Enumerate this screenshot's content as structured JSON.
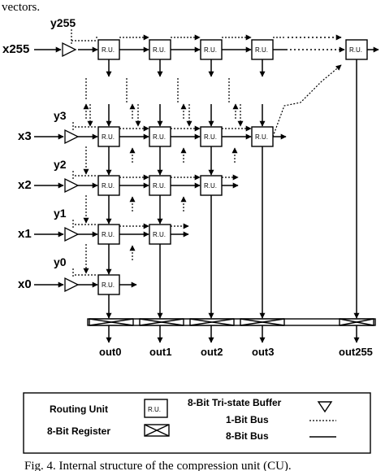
{
  "header_fragment": "vectors.",
  "unit_label": "R.U.",
  "rows": [
    {
      "x": "x255",
      "y": "y255"
    },
    {
      "x": "x3",
      "y": "y3"
    },
    {
      "x": "x2",
      "y": "y2"
    },
    {
      "x": "x1",
      "y": "y1"
    },
    {
      "x": "x0",
      "y": "y0"
    }
  ],
  "outputs": [
    "out0",
    "out1",
    "out2",
    "out3",
    "out255"
  ],
  "legend": {
    "routing_unit": "Routing Unit",
    "register": "8-Bit Register",
    "buffer": "8-Bit Tri-state Buffer",
    "bus_1bit": "1-Bit Bus",
    "bus_8bit": "8-Bit Bus"
  },
  "caption": "Fig. 4. Internal structure of the compression unit (CU)."
}
